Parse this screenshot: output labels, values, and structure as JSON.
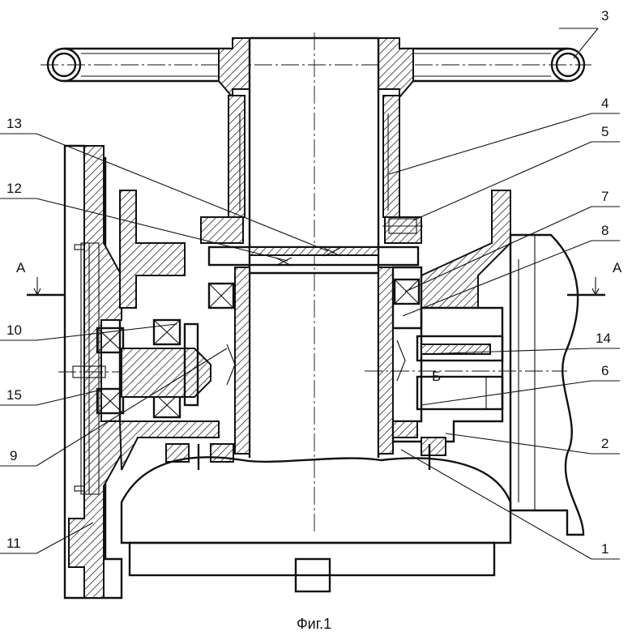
{
  "figure": {
    "caption": "Фиг.1",
    "section_a_left": "А",
    "section_a_right": "А",
    "section_b": "Б",
    "callouts": {
      "c1": "1",
      "c2": "2",
      "c3": "3",
      "c4": "4",
      "c5": "5",
      "c6": "6",
      "c7": "7",
      "c8": "8",
      "c9": "9",
      "c10": "10",
      "c11": "11",
      "c12": "12",
      "c13": "13",
      "c14": "14",
      "c15": "15"
    }
  }
}
